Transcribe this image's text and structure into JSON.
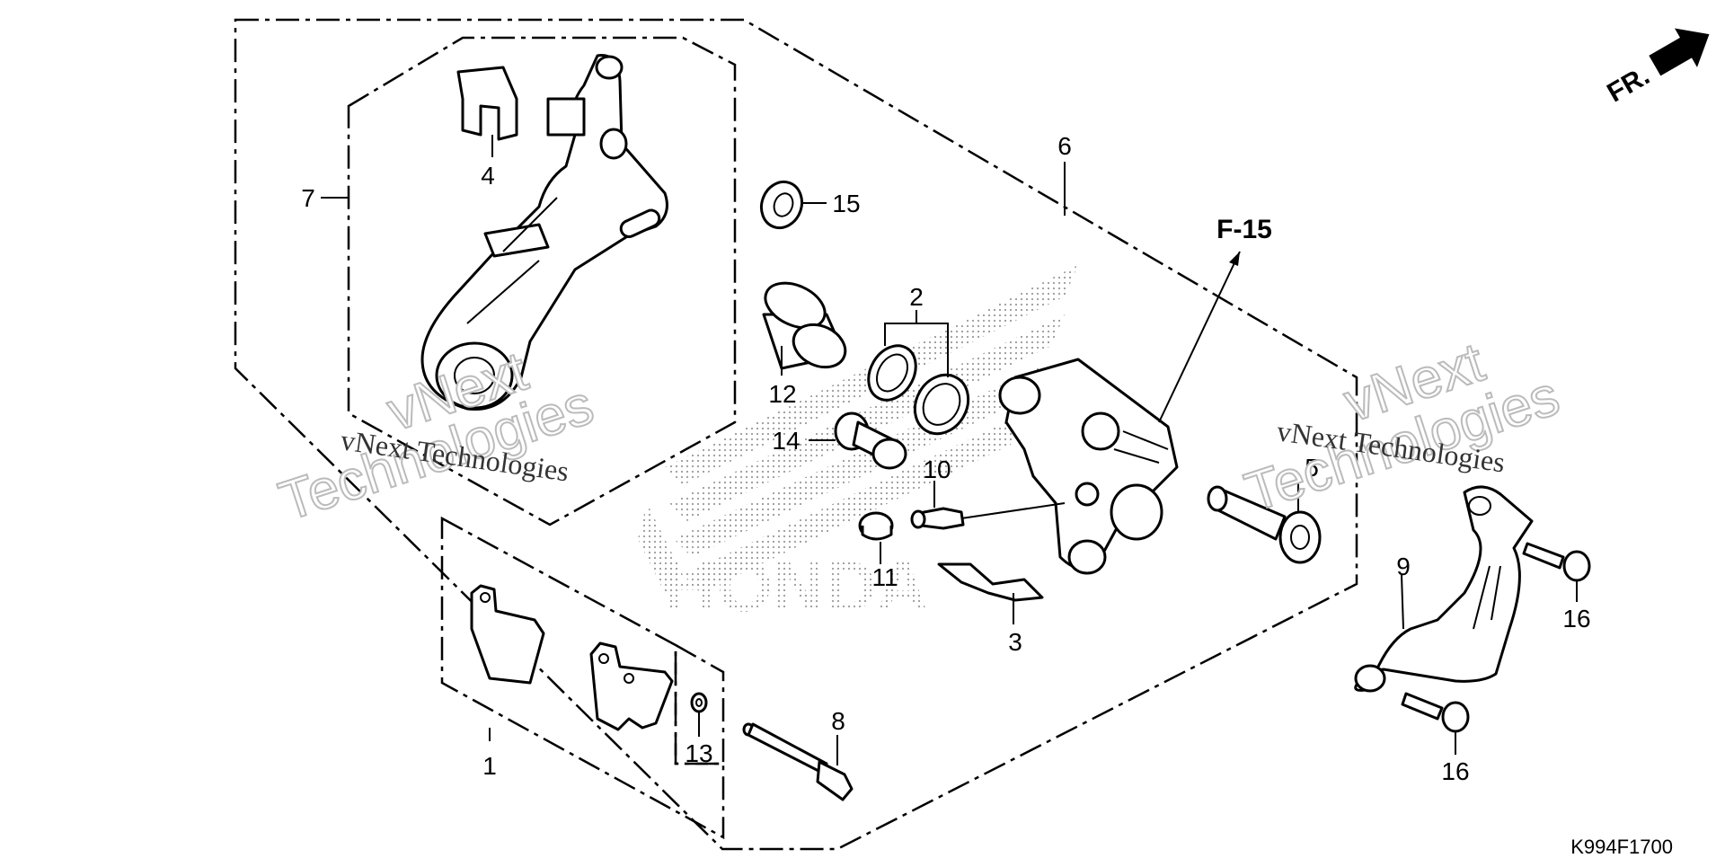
{
  "diagram": {
    "callouts": [
      "1",
      "2",
      "3",
      "4",
      "5",
      "6",
      "7",
      "8",
      "9",
      "10",
      "11",
      "12",
      "13",
      "14",
      "15",
      "16",
      "16"
    ],
    "reference": "F-15",
    "direction": "FR.",
    "watermark_line1": "vNext Technologies",
    "watermark_line2": "vNext Technologies",
    "watermark_big1a": "vNext",
    "watermark_big1b": "Technologies",
    "watermark_big2a": "vNext",
    "watermark_big2b": "Technologies",
    "background_logo": "HONDA",
    "drawing_code": "K994F1700"
  }
}
